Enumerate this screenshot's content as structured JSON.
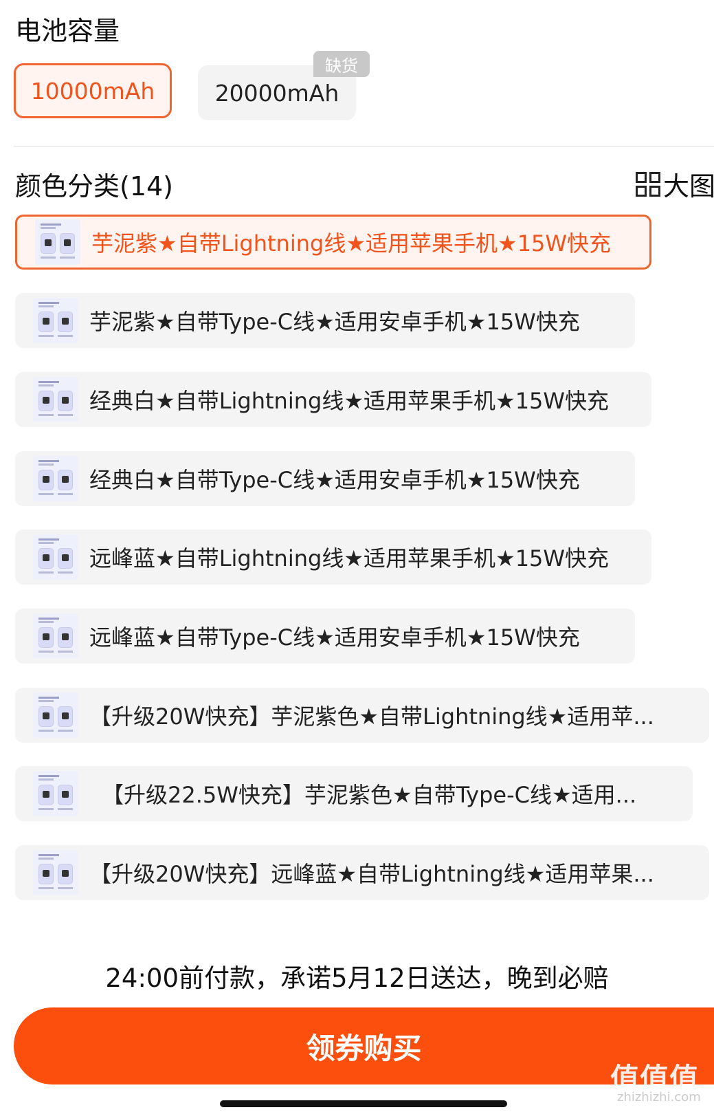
{
  "capacity": {
    "title": "电池容量",
    "options": [
      {
        "label": "10000mAh",
        "selected": true
      },
      {
        "label": "20000mAh",
        "badge": "缺货"
      }
    ]
  },
  "colors": {
    "title": "颜色分类(14)",
    "big_image_label": "大图",
    "options": [
      {
        "label": "芋泥紫★自带Lightning线★适用苹果手机★15W快充",
        "selected": true
      },
      {
        "label": "芋泥紫★自带Type-C线★适用安卓手机★15W快充"
      },
      {
        "label": "经典白★自带Lightning线★适用苹果手机★15W快充"
      },
      {
        "label": "经典白★自带Type-C线★适用安卓手机★15W快充"
      },
      {
        "label": "远峰蓝★自带Lightning线★适用苹果手机★15W快充"
      },
      {
        "label": "远峰蓝★自带Type-C线★适用安卓手机★15W快充"
      },
      {
        "label": "【升级20W快充】芋泥紫色★自带Lightning线★适用苹..."
      },
      {
        "label": "【升级22.5W快充】芋泥紫色★自带Type-C线★适用..."
      },
      {
        "label": "【升级20W快充】远峰蓝★自带Lightning线★适用苹果..."
      }
    ]
  },
  "footer": {
    "delivery": "24:00前付款，承诺5月12日送达，晚到必赔",
    "buy_label": "领券购买",
    "watermark": "值值值",
    "watermark_url": "zhizhizhi.com"
  }
}
